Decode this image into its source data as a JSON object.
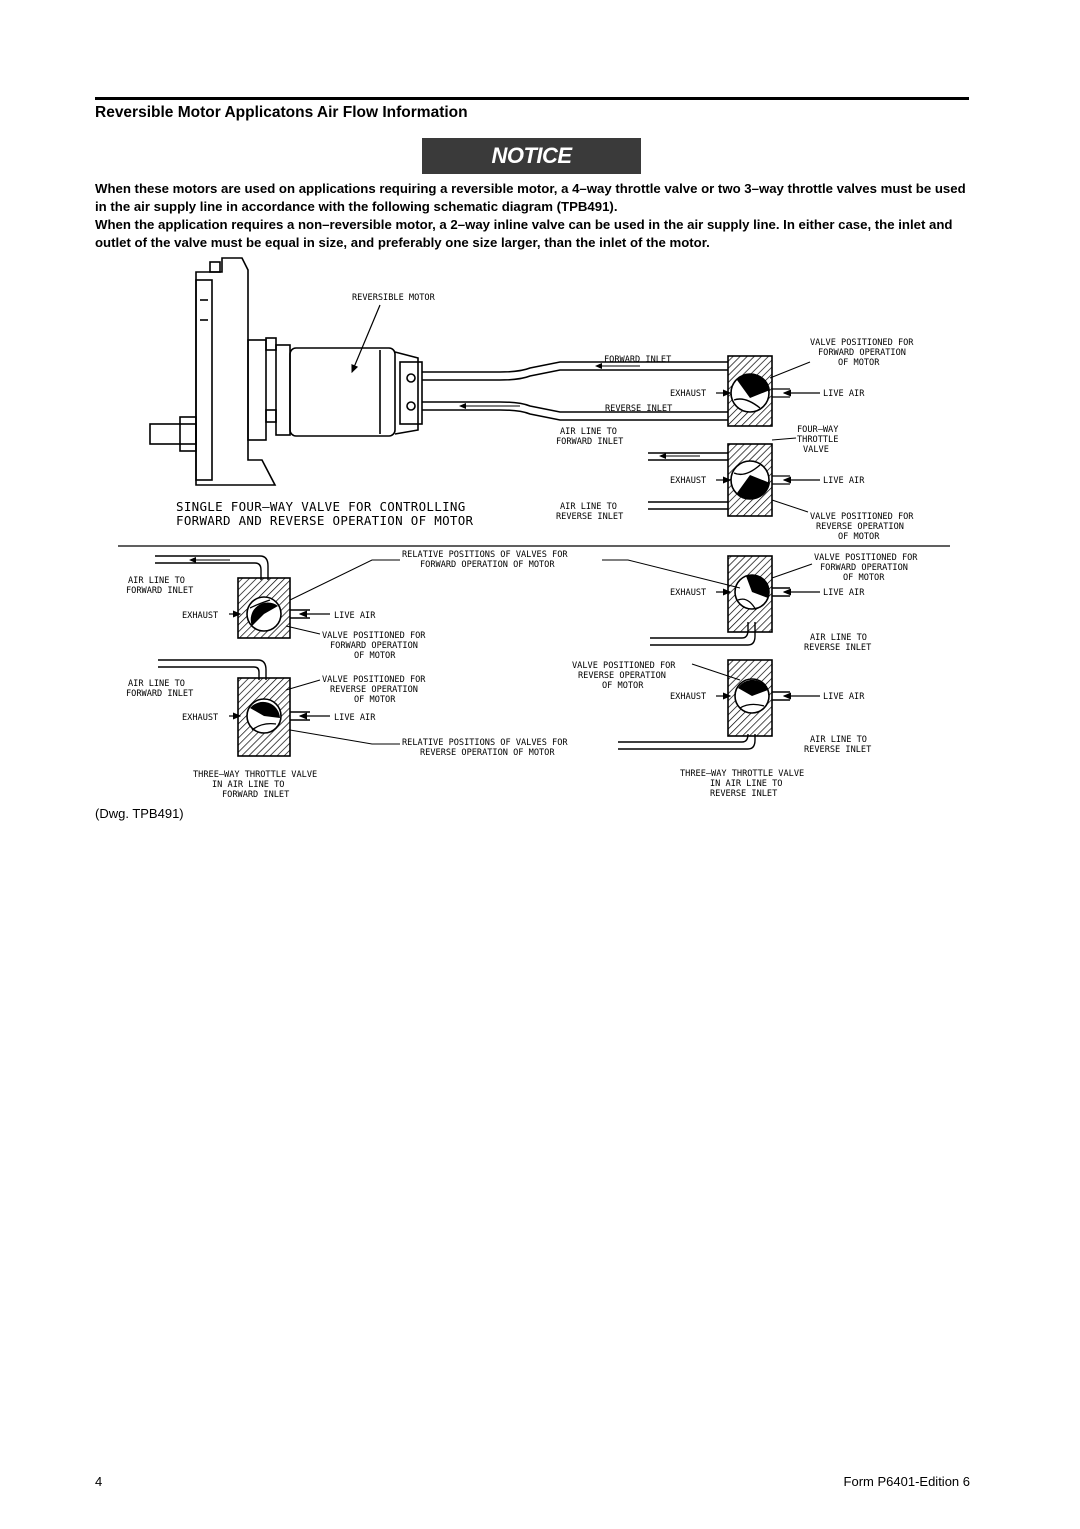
{
  "header": {
    "title": "Reversible Motor Applicatons Air Flow Information"
  },
  "notice": {
    "label": "NOTICE"
  },
  "body": {
    "p1": "When these motors are used on applications requiring a reversible motor, a 4–way throttle valve or two 3–way throttle valves must be used in the air supply line in accordance with the following schematic diagram (TPB491).",
    "p2": "When the application requires a non–reversible motor, a 2–way inline valve can be used in the air supply line. In either case, the inlet and outlet of the valve must be equal in size, and preferably one size larger, than the inlet of the motor."
  },
  "diagram": {
    "reversible_motor": "REVERSIBLE MOTOR",
    "forward_inlet": "FORWARD INLET",
    "reverse_inlet": "REVERSE INLET",
    "exhaust": "EXHAUST",
    "live_air": "LIVE AIR",
    "valve_pos_for": "VALVE POSITIONED FOR",
    "forward_operation": "FORWARD OPERATION",
    "reverse_operation": "REVERSE OPERATION",
    "of_motor": "OF MOTOR",
    "air_line_to": "AIR LINE TO",
    "four_way": "FOUR–WAY",
    "throttle": "THROTTLE",
    "valve": "VALVE",
    "caption_line1": "SINGLE FOUR–WAY VALVE FOR CONTROLLING",
    "caption_line2": "FORWARD AND REVERSE OPERATION OF MOTOR",
    "rel_pos": "RELATIVE POSITIONS OF VALVES FOR",
    "fwd_op_of_motor": "FORWARD OPERATION OF MOTOR",
    "rev_op_of_motor": "REVERSE OPERATION OF MOTOR",
    "three_way_valve": "THREE–WAY THROTTLE VALVE",
    "in_air_line_to": "IN AIR LINE TO"
  },
  "drawing_ref": "(Dwg. TPB491)",
  "footer": {
    "page_number": "4",
    "form": "Form P6401-Edition 6"
  }
}
